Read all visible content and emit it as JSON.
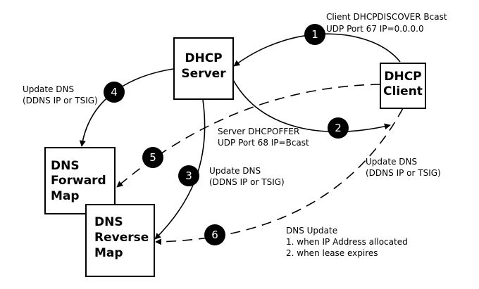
{
  "nodes": {
    "dhcp_server": {
      "line1": "DHCP",
      "line2": "Server"
    },
    "dhcp_client": {
      "line1": "DHCP",
      "line2": "Client"
    },
    "dns_forward": {
      "line1": "DNS",
      "line2": "Forward",
      "line3": "Map"
    },
    "dns_reverse": {
      "line1": "DNS",
      "line2": "Reverse",
      "line3": "Map"
    }
  },
  "steps": [
    {
      "number": "1",
      "line1": "Client DHCPDISCOVER Bcast",
      "line2": "UDP Port 67 IP=0.0.0.0"
    },
    {
      "number": "2",
      "line1": "Server DHCPOFFER",
      "line2": "UDP Port 68 IP=Bcast"
    },
    {
      "number": "3",
      "line1": "Update DNS",
      "line2": "(DDNS IP or TSIG)"
    },
    {
      "number": "4",
      "line1": "Update DNS",
      "line2": "(DDNS IP or TSIG)"
    },
    {
      "number": "5"
    },
    {
      "number": "6",
      "line1": "DNS Update",
      "line2": "1. when IP Address allocated",
      "line3": "2. when lease expires"
    }
  ],
  "extra_labels": {
    "client_update": {
      "line1": "Update DNS",
      "line2": "(DDNS IP or TSIG)"
    }
  }
}
